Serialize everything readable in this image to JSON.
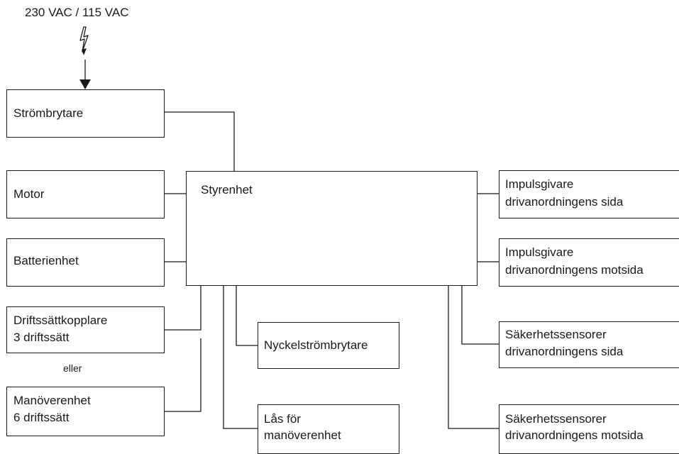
{
  "supply": {
    "label": "230 VAC / 115 VAC"
  },
  "boxes": {
    "power_switch": "Strömbrytare",
    "motor": "Motor",
    "battery": "Batterienhet",
    "mode_switch": [
      "Driftssättkopplare",
      "3 driftssätt"
    ],
    "control_unit_panel": [
      "Manöverenhet",
      "6 driftssätt"
    ],
    "control_unit": "Styrenhet",
    "key_switch": "Nyckelströmbrytare",
    "lock": [
      "Lås för",
      "manöverenhet"
    ],
    "impulse_drive": [
      "Impulsgivare",
      "drivanordningens sida"
    ],
    "impulse_opposite": [
      "Impulsgivare",
      "drivanordningens motsida"
    ],
    "safety_drive": [
      "Säkerhetssensorer",
      "drivanordningens sida"
    ],
    "safety_opposite": [
      "Säkerhetssensorer",
      "drivanordningens motsida"
    ]
  },
  "or_label": "eller",
  "icons": {
    "power": "lightning-icon",
    "arrow": "arrow-down-icon"
  }
}
